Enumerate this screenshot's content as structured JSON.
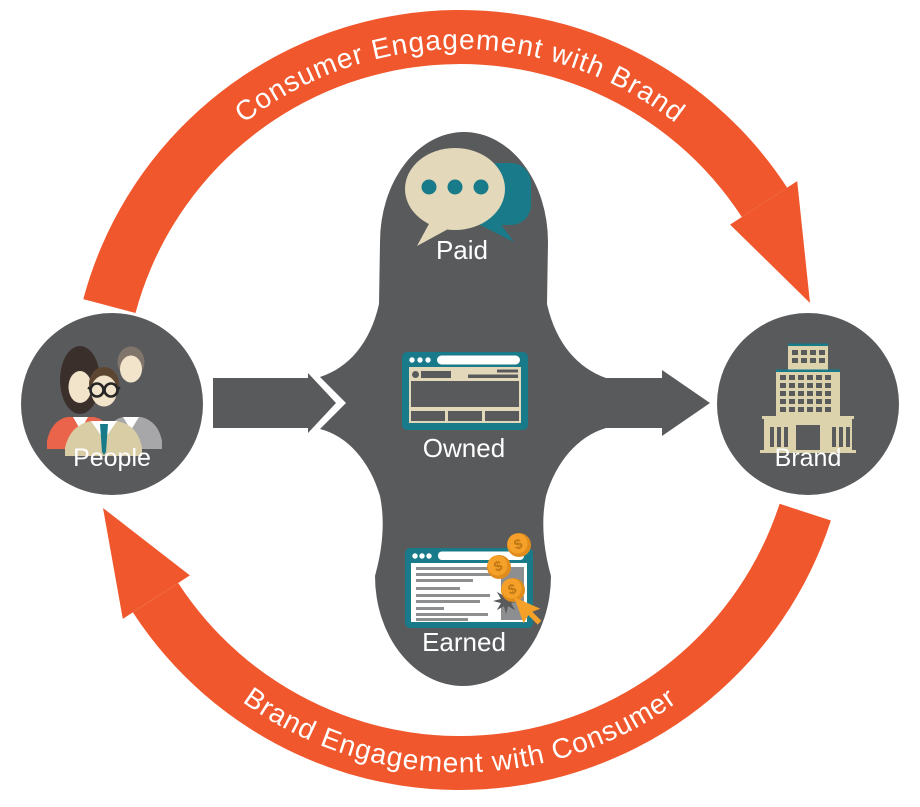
{
  "diagram": {
    "top_arc_label": "Consumer Engagement with Brand",
    "bottom_arc_label": "Brand Engagement with Consumer",
    "left_node": {
      "label": "People"
    },
    "right_node": {
      "label": "Brand"
    },
    "channels": [
      {
        "label": "Paid",
        "icon": "speech-bubbles-icon"
      },
      {
        "label": "Owned",
        "icon": "browser-window-icon"
      },
      {
        "label": "Earned",
        "icon": "browser-coins-cursor-icon"
      }
    ],
    "coin_symbol": "$",
    "colors": {
      "orange": "#F0572C",
      "dark_gray": "#595A5C",
      "teal": "#197A8A",
      "cream": "#E3D8B9",
      "building_cream": "#DCD2AC",
      "coin_orange": "#F5A028",
      "text_white": "#FFFFFF"
    }
  }
}
